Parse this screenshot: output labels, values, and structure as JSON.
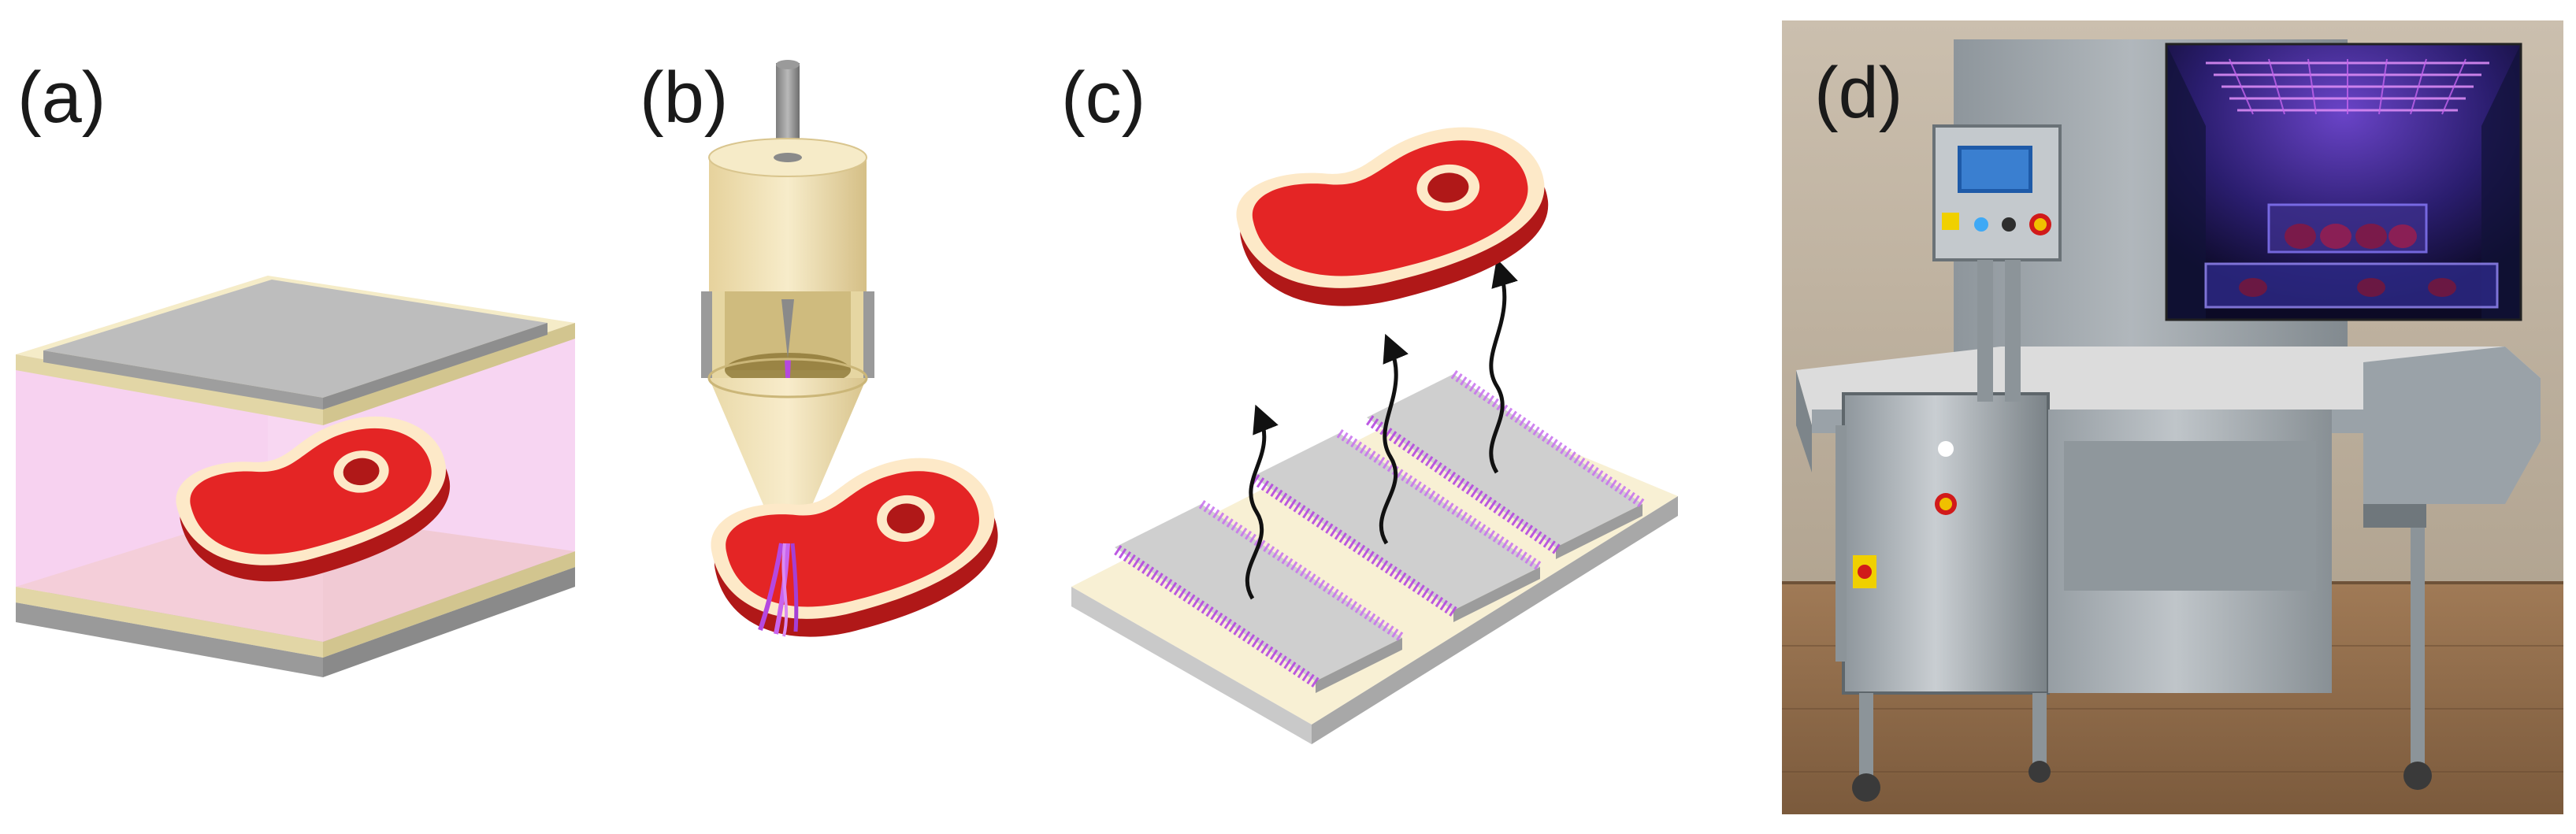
{
  "figure": {
    "panels": [
      {
        "id": "a",
        "label": "(a)",
        "icons": [
          "parallel-plate-cell-icon",
          "steak-icon"
        ]
      },
      {
        "id": "b",
        "label": "(b)",
        "icons": [
          "nozzle-applicator-icon",
          "steak-icon"
        ]
      },
      {
        "id": "c",
        "label": "(c)",
        "icons": [
          "emitter-bars-platform-icon",
          "steak-icon",
          "field-arrow-icon"
        ]
      },
      {
        "id": "d",
        "label": "(d)",
        "icons": [
          "treatment-machine-photo",
          "uv-chamber-inset-photo"
        ]
      }
    ]
  },
  "colors": {
    "meat_red": "#e42525",
    "meat_dark": "#b01818",
    "fat_cream": "#fde9c8",
    "plate_gray": "#bdbdbd",
    "plate_cream": "#f5ecc8",
    "field_pink": "#f3b6e8",
    "plasma_purple": "#b548e0",
    "photo_wall": "#bfae9c",
    "steel": "#9aa2a8",
    "uv_glow": "#8a3cff"
  }
}
